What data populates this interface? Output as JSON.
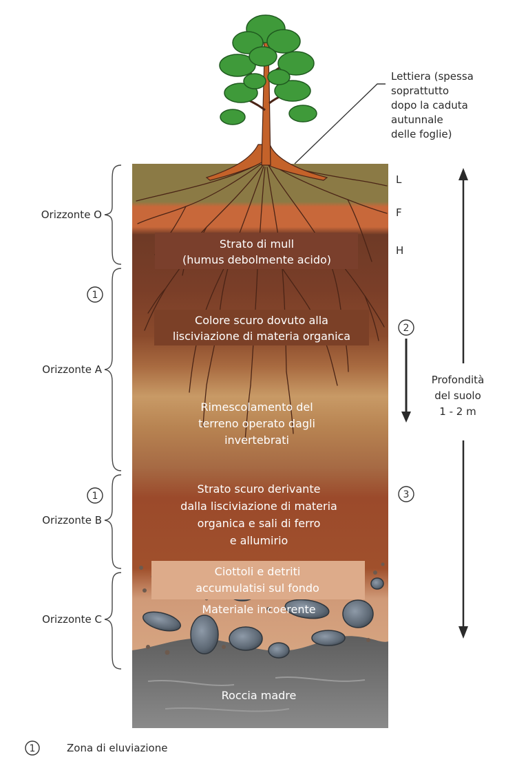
{
  "annotation": {
    "litter_lines": [
      "Lettiera (spessa",
      "soprattutto",
      "dopo la caduta",
      "autunnale",
      "delle foglie)"
    ]
  },
  "sublayers": {
    "L": "L",
    "F": "F",
    "H": "H"
  },
  "horizons": {
    "O": "Orizzonte O",
    "A": "Orizzonte A",
    "B": "Orizzonte B",
    "C": "Orizzonte C"
  },
  "layer_labels": {
    "mull": [
      "Strato di mull",
      "(humus debolmente acido)"
    ],
    "dark_a": [
      "Colore scuro dovuto alla",
      "lisciviazione di materia organica"
    ],
    "mixing": [
      "Rimescolamento del",
      "terreno operato dagli",
      "invertebrati"
    ],
    "dark_b": [
      "Strato scuro derivante",
      "dalla lisciviazione di materia",
      "organica e sali di ferro",
      "e allumirio"
    ],
    "pebbles": [
      "Ciottoli e detriti",
      "accumulatisi sul fondo"
    ],
    "loose": "Materiale incoerente",
    "bedrock": "Roccia madre"
  },
  "zone_markers": {
    "one": "1",
    "two": "2",
    "three": "3"
  },
  "depth": {
    "lines": [
      "Profondità",
      "del suolo",
      "1 - 2 m"
    ]
  },
  "legend": {
    "num": "1",
    "text": "Zona di eluviazione"
  },
  "colors": {
    "litter": "#8b7a45",
    "fermentation": "#c8683a",
    "humus": "#6e3a26",
    "horizon_a_light": "#c39a6a",
    "horizon_b": "#9b4a2b",
    "horizon_c": "#d09a78",
    "bedrock": "#7a7a7a",
    "root": "#c4622a",
    "foliage": "#3f9a3a"
  }
}
